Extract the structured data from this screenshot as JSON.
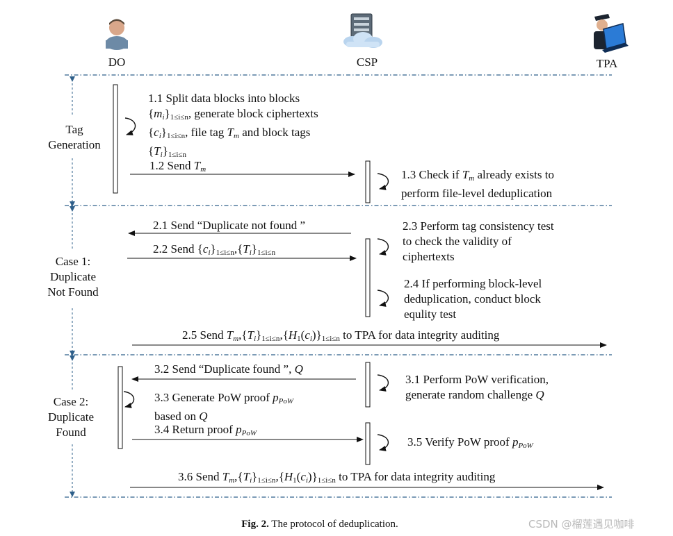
{
  "actors": {
    "do": "DO",
    "csp": "CSP",
    "tpa": "TPA"
  },
  "phases": {
    "tag_generation": [
      "Tag",
      "Generation"
    ],
    "case1": [
      "Case 1:",
      "Duplicate",
      "Not Found"
    ],
    "case2": [
      "Case 2:",
      "Duplicate",
      "Found"
    ]
  },
  "steps": {
    "s1_1": {
      "line1": "1.1 Split data blocks into blocks",
      "line2_a": "{",
      "line2_var": "m",
      "line2_sub": "i",
      "line2_b": "}",
      "line2_range": "1≤i≤n",
      "line2_c": ", generate block ciphertexts",
      "line3_a": "{",
      "line3_var": "c",
      "line3_sub": "i",
      "line3_b": "}",
      "line3_range": "1≤i≤n",
      "line3_c": ", file tag ",
      "line3_tag": "T",
      "line3_tag_sub": "m",
      "line3_d": " and block tags",
      "line4_a": "{",
      "line4_var": "T",
      "line4_sub": "i",
      "line4_b": "}",
      "line4_range": "1≤i≤n"
    },
    "s1_2": {
      "text": "1.2 Send ",
      "var": "T",
      "sub": "m"
    },
    "s1_3": {
      "line1_a": "1.3 Check if ",
      "var": "T",
      "sub": "m",
      "line1_b": " already exists to",
      "line2": "perform file-level deduplication"
    },
    "s2_1": {
      "text": "2.1 Send “Duplicate not found ”"
    },
    "s2_2": {
      "text": "2.2 Send {",
      "var1": "c",
      "sub1": "i",
      "mid": "}",
      "range1": "1≤i≤n",
      "sep": ",{",
      "var2": "T",
      "sub2": "i",
      "end": "}",
      "range2": "1≤i≤n"
    },
    "s2_3": {
      "lines": [
        "2.3 Perform tag consistency test",
        "to check the validity of",
        "ciphertexts"
      ]
    },
    "s2_4": {
      "lines": [
        "2.4 If performing block-level",
        "deduplication, conduct block",
        "equlity test"
      ]
    },
    "s2_5": {
      "prefix": "2.5 Send ",
      "suffix": " to TPA for data integrity auditing"
    },
    "s3_1": {
      "line1": "3.1 Perform PoW verification,",
      "line2": "generate random challenge ",
      "var": "Q"
    },
    "s3_2": {
      "text": "3.2 Send “Duplicate found ”, ",
      "var": "Q"
    },
    "s3_3": {
      "line1": "3.3 Generate PoW proof ",
      "var": "p",
      "sub": "PoW",
      "line2": "based on ",
      "var2": "Q"
    },
    "s3_4": {
      "text": "3.4 Return proof ",
      "var": "p",
      "sub": "PoW"
    },
    "s3_5": {
      "text": "3.5 Verify PoW proof ",
      "var": "p",
      "sub": "PoW"
    },
    "s3_6": {
      "prefix": "3.6 Send ",
      "suffix": " to TPA for data integrity auditing"
    },
    "send_tuple": {
      "T": "T",
      "Tsub": "m",
      "Ti": "T",
      "Tisub": "i",
      "range": "1≤i≤n",
      "H": "H",
      "Hsub": "1",
      "c": "c",
      "csub": "i"
    }
  },
  "caption": {
    "bold": "Fig. 2.",
    "text": " The protocol of deduplication."
  },
  "watermark": "CSDN @榴莲遇见咖啡",
  "icons": {
    "do": "person-avatar-icon",
    "csp": "cloud-server-icon",
    "tpa": "auditor-laptop-icon"
  },
  "colors": {
    "divider": "#2e5f8a",
    "arrow": "#111111"
  }
}
